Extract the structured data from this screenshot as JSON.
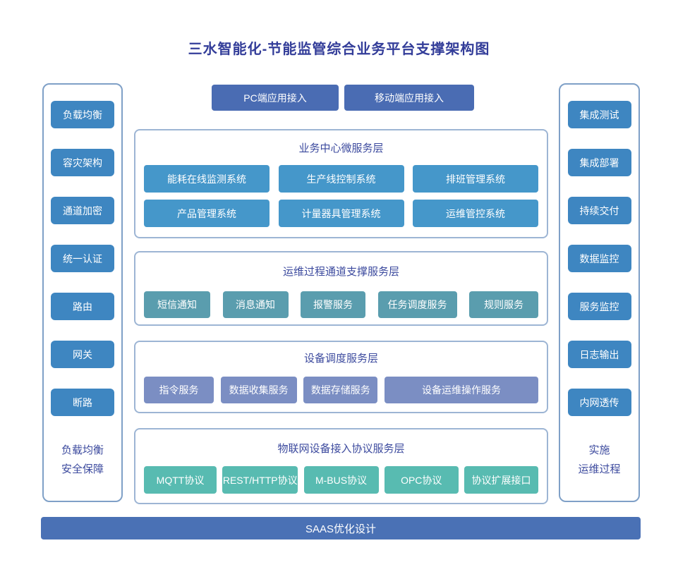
{
  "title": "三水智能化-节能监管综合业务平台支撑架构图",
  "left_panel": {
    "items": [
      "负载均衡",
      "容灾架构",
      "通道加密",
      "统一认证",
      "路由",
      "网关",
      "断路"
    ],
    "caption": [
      "负载均衡",
      "安全保障"
    ]
  },
  "right_panel": {
    "items": [
      "集成测试",
      "集成部署",
      "持续交付",
      "数据监控",
      "服务监控",
      "日志输出",
      "内网透传"
    ],
    "caption": [
      "实施",
      "运维过程"
    ]
  },
  "app_access": {
    "pc": "PC端应用接入",
    "mobile": "移动端应用接入"
  },
  "layers": [
    {
      "title": "业务中心微服务层",
      "rows": [
        [
          "能耗在线监测系统",
          "生产线控制系统",
          "排班管理系统"
        ],
        [
          "产品管理系统",
          "计量器具管理系统",
          "运维管控系统"
        ]
      ]
    },
    {
      "title": "运维过程通道支撑服务层",
      "rows": [
        [
          "短信通知",
          "消息通知",
          "报警服务",
          "任务调度服务",
          "规则服务"
        ]
      ]
    },
    {
      "title": "设备调度服务层",
      "rows": [
        [
          "指令服务",
          "数据收集服务",
          "数据存储服务",
          "设备运维操作服务"
        ]
      ]
    },
    {
      "title": "物联网设备接入协议服务层",
      "rows": [
        [
          "MQTT协议",
          "REST/HTTP协议",
          "M-BUS协议",
          "OPC协议",
          "协议扩展接口"
        ]
      ]
    }
  ],
  "bottom_bar": "SAAS优化设计",
  "colors": {
    "title-text": "#333d99",
    "caption-text": "#3c4a9e",
    "panel-border": "#7fa0c7",
    "layer-border": "#9db5d4",
    "sidebar-box": "#3e86c1",
    "app-box": "#4a6cb3",
    "layer1-box": "#4597ca",
    "layer2-box": "#5a9dae",
    "layer3-box": "#7b8ec3",
    "layer4-box": "#58bbb1",
    "bottom-bar": "#4a71b5"
  }
}
